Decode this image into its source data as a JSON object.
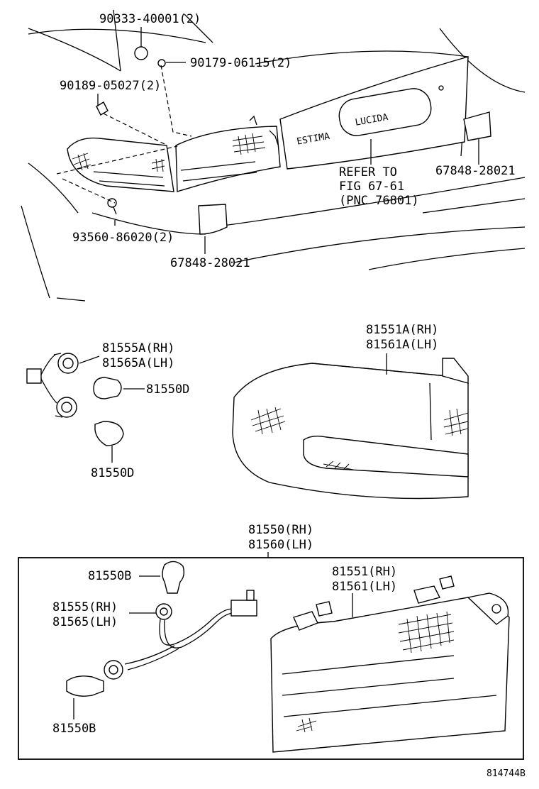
{
  "diagram_id": "814744B",
  "callouts": {
    "p90333": "90333-40001(2)",
    "p90179": "90179-06115(2)",
    "p90189": "90189-05027(2)",
    "p93560": "93560-86020(2)",
    "p67848_lower": "67848-28021",
    "p67848_right": "67848-28021",
    "refer_line1": "REFER TO",
    "refer_line2": "FIG 67-61",
    "refer_line3": "(PNC 76801)",
    "p81551A_rh": "81551A(RH)",
    "p81561A_lh": "81561A(LH)",
    "p81555A_rh": "81555A(RH)",
    "p81565A_lh": "81565A(LH)",
    "p81550D_upper": "81550D",
    "p81550D_lower": "81550D",
    "p81550_rh": "81550(RH)",
    "p81560_lh": "81560(LH)",
    "p81550B_upper": "81550B",
    "p81555_rh": "81555(RH)",
    "p81565_lh": "81565(LH)",
    "p81551_rh": "81551(RH)",
    "p81561_lh": "81561(LH)",
    "p81550B_lower": "81550B"
  },
  "emblems": {
    "estima": "ESTIMA",
    "lucida": "LUCIDA"
  }
}
